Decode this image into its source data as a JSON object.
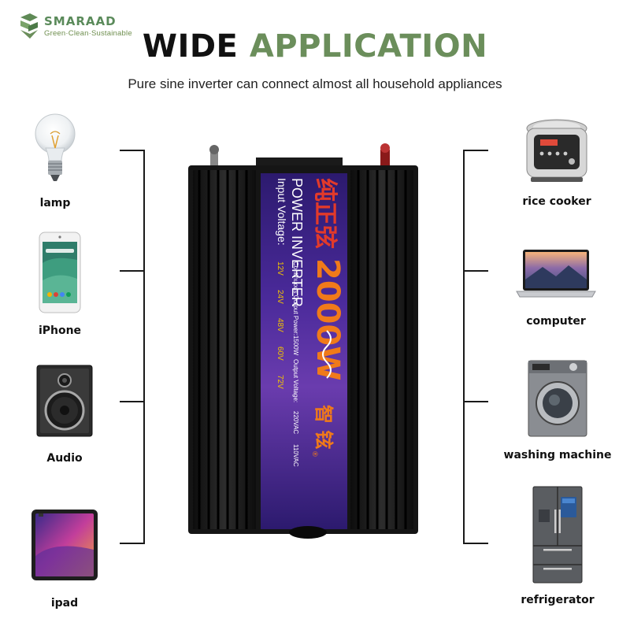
{
  "logo": {
    "brand": "SMARAAD",
    "tagline": "Green·Clean·Sustainable"
  },
  "header": {
    "title_part1": "WIDE",
    "title_part2": "APPLICATION",
    "subtitle": "Pure sine inverter can connect almost all household appliances"
  },
  "left_items": [
    {
      "label": "lamp",
      "icon": "light-bulb-icon"
    },
    {
      "label": "iPhone",
      "icon": "smartphone-icon"
    },
    {
      "label": "Audio",
      "icon": "speaker-icon"
    },
    {
      "label": "ipad",
      "icon": "tablet-icon"
    }
  ],
  "right_items": [
    {
      "label": "rice cooker",
      "icon": "rice-cooker-icon"
    },
    {
      "label": "computer",
      "icon": "laptop-icon"
    },
    {
      "label": "washing machine",
      "icon": "washing-machine-icon"
    },
    {
      "label": "refrigerator",
      "icon": "refrigerator-icon"
    }
  ],
  "inverter": {
    "chinese_title": "纯正弦",
    "power": "2000W",
    "product_name": "POWER INVERTER",
    "continuous_output": "Continuous Output Power:1500W",
    "output_voltage": "Output Voltage:",
    "ac_220": "220VAC",
    "ac_110": "110VAC",
    "input_voltage": "Input Voltage:",
    "v12": "12V",
    "v24": "24V",
    "v48": "48V",
    "v60": "60V",
    "v72": "72V",
    "brand_cn": "智 铉",
    "trademark": "®"
  },
  "colors": {
    "brand_green": "#6b8e5b",
    "panel_purple": "#3b1f86",
    "power_orange": "#f07a1a",
    "chinese_red": "#e23a2a"
  }
}
